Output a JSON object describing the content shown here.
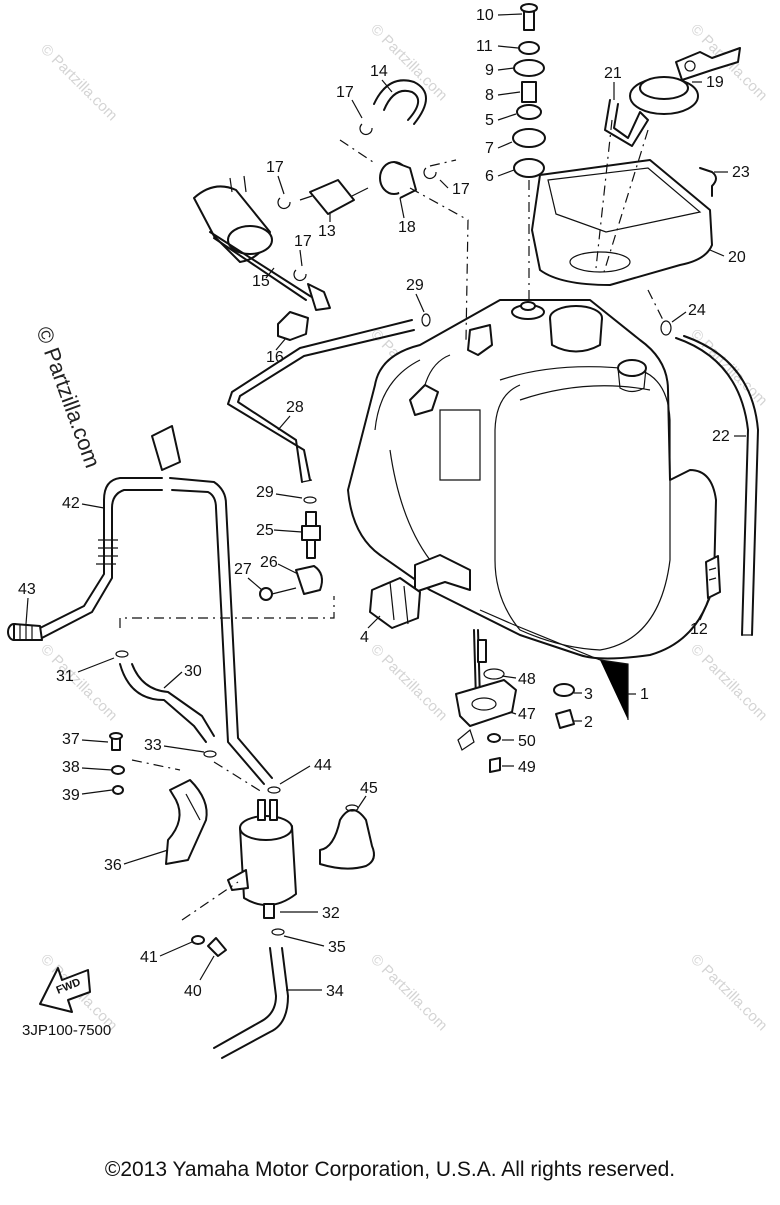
{
  "watermark": "© Partzilla.com",
  "side_watermark": "© Partzilla.com",
  "diagram_code": "3JP100-7500",
  "forward_label": "FWD",
  "copyright": "©2013 Yamaha Motor Corporation, U.S.A. All rights reserved.",
  "callouts": [
    "1",
    "2",
    "3",
    "4",
    "5",
    "6",
    "7",
    "8",
    "9",
    "10",
    "11",
    "12",
    "13",
    "14",
    "15",
    "16",
    "17",
    "17",
    "17",
    "17",
    "18",
    "19",
    "20",
    "21",
    "22",
    "23",
    "24",
    "25",
    "26",
    "27",
    "28",
    "29",
    "29",
    "30",
    "31",
    "32",
    "33",
    "34",
    "35",
    "36",
    "37",
    "38",
    "39",
    "40",
    "41",
    "42",
    "43",
    "44",
    "45",
    "47",
    "48",
    "49",
    "50"
  ]
}
